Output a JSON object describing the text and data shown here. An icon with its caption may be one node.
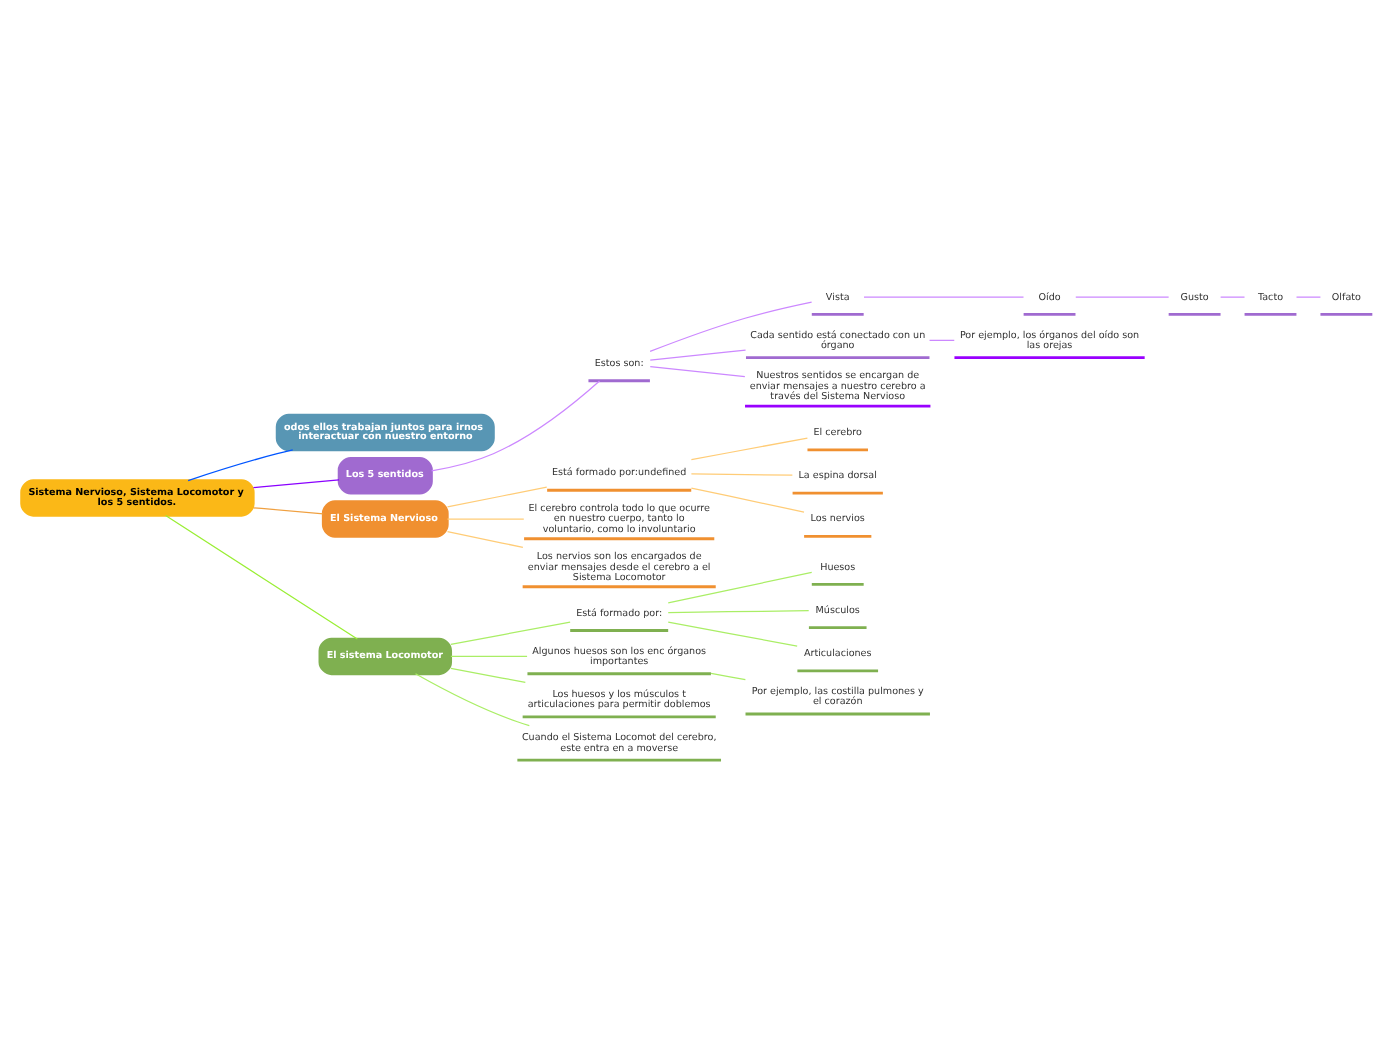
{
  "diagram": {
    "nodes": [
      {
        "text": [
          "Sistema Nervioso, Sistema Locomotor y los 5 sentidos."
        ]
      },
      {
        "text": [
          "odos ellos trabajan juntos para irnos interactuar con nuestro entorno"
        ]
      },
      {
        "text": [
          "Los 5 sentidos"
        ]
      },
      {
        "text": [
          "Estos son:"
        ]
      },
      {
        "text": [
          "Vista"
        ]
      },
      {
        "text": [
          "Oído"
        ]
      },
      {
        "text": [
          "Gusto"
        ]
      },
      {
        "text": [
          "Tacto"
        ]
      },
      {
        "text": [
          "Olfato"
        ]
      },
      {
        "text": [
          "Cada sentido está conectado con un órgano"
        ]
      },
      {
        "text": [
          "Por ejemplo, los órganos del oído son las orejas"
        ]
      },
      {
        "text": [
          "Nuestros sentidos se encargan de enviar mensajes a nuestro cerebro a través del Sistema Nervioso"
        ]
      },
      {
        "text": [
          "El Sistema Nervioso"
        ]
      },
      {
        "text": [
          "Está formado por:undefined"
        ]
      },
      {
        "text": [
          "El cerebro"
        ]
      },
      {
        "text": [
          "La espina dorsal"
        ]
      },
      {
        "text": [
          "Los nervios"
        ]
      },
      {
        "text": [
          "El cerebro controla todo lo que ocurre en nuestro cuerpo, tanto lo voluntario, como lo involuntario"
        ]
      },
      {
        "text": [
          "Los nervios son los encargados de enviar mensajes desde el cerebro a el Sistema Locomotor"
        ]
      },
      {
        "text": [
          "El sistema Locomotor"
        ]
      },
      {
        "text": [
          "Está formado por:"
        ]
      },
      {
        "text": [
          "Huesos"
        ]
      },
      {
        "text": [
          "Músculos"
        ]
      },
      {
        "text": [
          "Articulaciones"
        ]
      },
      {
        "text": [
          "Algunos huesos son los enc órganos importantes"
        ]
      },
      {
        "text": [
          "Por ejemplo, las costilla pulmones y el corazón"
        ]
      },
      {
        "text": [
          "Los huesos y los músculos t articulaciones para permitir doblemos"
        ]
      },
      {
        "text": [
          "Cuando el Sistema Locomot del cerebro, este entra en a moverse"
        ]
      }
    ],
    "edges": [
      {
        "from": 0,
        "to": 1,
        "arrow": "none",
        "color": "#0055ff"
      },
      {
        "from": 0,
        "to": 2,
        "arrow": "none",
        "color": "#8a00ff"
      },
      {
        "from": 0,
        "to": 12,
        "arrow": "none",
        "color": "#f0a040"
      },
      {
        "from": 0,
        "to": 19,
        "arrow": "none",
        "color": "#99ee33"
      },
      {
        "from": 2,
        "to": 3,
        "arrow": "none",
        "color": "#cc88ff"
      },
      {
        "from": 3,
        "to": 4,
        "arrow": "none",
        "color": "#cc88ff"
      },
      {
        "from": 4,
        "to": 5,
        "arrow": "none",
        "color": "#cc88ff"
      },
      {
        "from": 5,
        "to": 6,
        "arrow": "none",
        "color": "#cc88ff"
      },
      {
        "from": 6,
        "to": 7,
        "arrow": "none",
        "color": "#cc88ff"
      },
      {
        "from": 7,
        "to": 8,
        "arrow": "none",
        "color": "#cc88ff"
      },
      {
        "from": 3,
        "to": 9,
        "arrow": "none",
        "color": "#cc88ff"
      },
      {
        "from": 9,
        "to": 10,
        "arrow": "none",
        "color": "#cc88ff"
      },
      {
        "from": 3,
        "to": 11,
        "arrow": "none",
        "color": "#cc88ff"
      },
      {
        "from": 12,
        "to": 13,
        "arrow": "none",
        "color": "#ffcc77"
      },
      {
        "from": 13,
        "to": 14,
        "arrow": "none",
        "color": "#ffcc77"
      },
      {
        "from": 13,
        "to": 15,
        "arrow": "none",
        "color": "#ffcc77"
      },
      {
        "from": 13,
        "to": 16,
        "arrow": "none",
        "color": "#ffcc77"
      },
      {
        "from": 12,
        "to": 17,
        "arrow": "none",
        "color": "#ffcc77"
      },
      {
        "from": 12,
        "to": 18,
        "arrow": "none",
        "color": "#ffcc77"
      },
      {
        "from": 19,
        "to": 20,
        "arrow": "none",
        "color": "#aaee66"
      },
      {
        "from": 20,
        "to": 21,
        "arrow": "none",
        "color": "#aaee66"
      },
      {
        "from": 20,
        "to": 22,
        "arrow": "none",
        "color": "#aaee66"
      },
      {
        "from": 20,
        "to": 23,
        "arrow": "none",
        "color": "#aaee66"
      },
      {
        "from": 19,
        "to": 24,
        "arrow": "none",
        "color": "#aaee66"
      },
      {
        "from": 24,
        "to": 25,
        "arrow": "none",
        "color": "#aaee66"
      },
      {
        "from": 19,
        "to": 26,
        "arrow": "none",
        "color": "#aaee66"
      },
      {
        "from": 19,
        "to": 27,
        "arrow": "none",
        "color": "#aaee66"
      }
    ]
  }
}
